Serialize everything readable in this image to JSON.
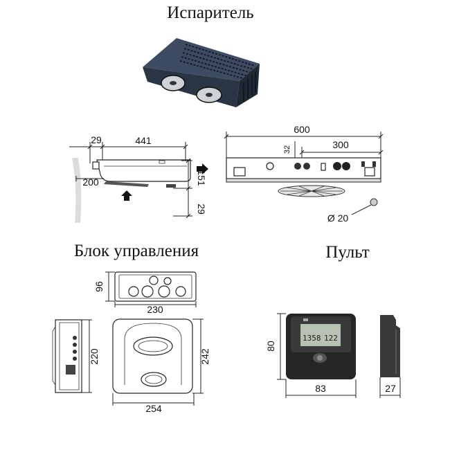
{
  "evaporator": {
    "title": "Испаритель",
    "side_view": {
      "dim_bracket": "29",
      "dim_depth": "441",
      "dim_offset": "200",
      "dim_height": "151",
      "dim_drain": "29"
    },
    "front_view": {
      "dim_width": "600",
      "dim_half_width": "300",
      "dim_top": "32",
      "dim_drain_diameter": "Ø 20"
    }
  },
  "control_block": {
    "title": "Блок управления",
    "top_view": {
      "dim_height": "96",
      "dim_width": "230"
    },
    "side_view": {
      "dim_height": "220"
    },
    "front_view": {
      "dim_height": "242",
      "dim_width": "254"
    }
  },
  "remote": {
    "title": "Пульт",
    "display": {
      "time": "1358",
      "temperature": "122"
    },
    "front_view": {
      "dim_height": "80",
      "dim_width": "83"
    },
    "side_view": {
      "dim_depth": "27"
    }
  },
  "colors": {
    "evaporator_top": "#3d4c62",
    "evaporator_bottom": "#2a3545",
    "evaporator_side": "#1f2833",
    "remote_body": "#262626",
    "lcd_screen": "#b7c1b4"
  }
}
